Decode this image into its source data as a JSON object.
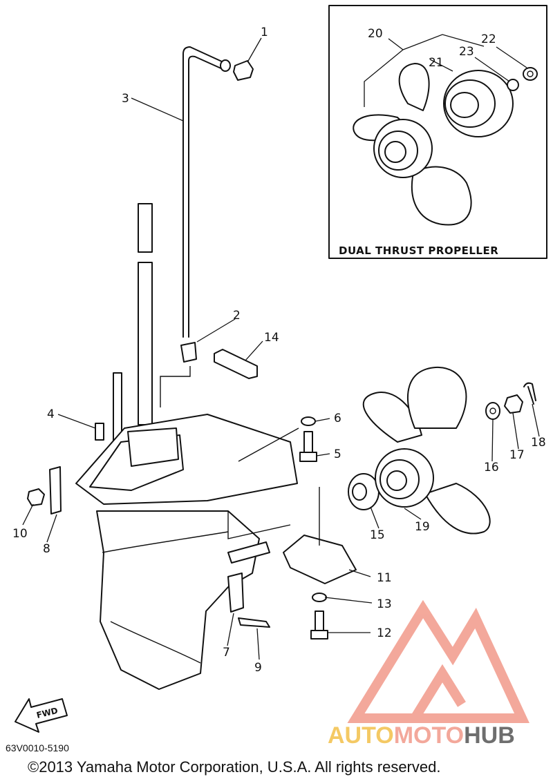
{
  "inset": {
    "title": "DUAL THRUST PROPELLER"
  },
  "callouts": [
    {
      "id": "1",
      "label": "1"
    },
    {
      "id": "2",
      "label": "2"
    },
    {
      "id": "3",
      "label": "3"
    },
    {
      "id": "4",
      "label": "4"
    },
    {
      "id": "5",
      "label": "5"
    },
    {
      "id": "6",
      "label": "6"
    },
    {
      "id": "7",
      "label": "7"
    },
    {
      "id": "8",
      "label": "8"
    },
    {
      "id": "9",
      "label": "9"
    },
    {
      "id": "10",
      "label": "10"
    },
    {
      "id": "11",
      "label": "11"
    },
    {
      "id": "12",
      "label": "12"
    },
    {
      "id": "13",
      "label": "13"
    },
    {
      "id": "14",
      "label": "14"
    },
    {
      "id": "15",
      "label": "15"
    },
    {
      "id": "16",
      "label": "16"
    },
    {
      "id": "17",
      "label": "17"
    },
    {
      "id": "18",
      "label": "18"
    },
    {
      "id": "19",
      "label": "19"
    },
    {
      "id": "20",
      "label": "20"
    },
    {
      "id": "21",
      "label": "21"
    },
    {
      "id": "22",
      "label": "22"
    },
    {
      "id": "23",
      "label": "23"
    }
  ],
  "direction_marker": {
    "label": "FWD"
  },
  "part_code": "63V0010-5190",
  "copyright": "©2013 Yamaha Motor Corporation, U.S.A. All rights reserved.",
  "watermark": {
    "part1": "AUTO",
    "part2": "MOTO",
    "part3": "HUB",
    "color_primary": "#f29a8a",
    "color_secondary": "#f3c04a",
    "color_dark": "#555555"
  }
}
